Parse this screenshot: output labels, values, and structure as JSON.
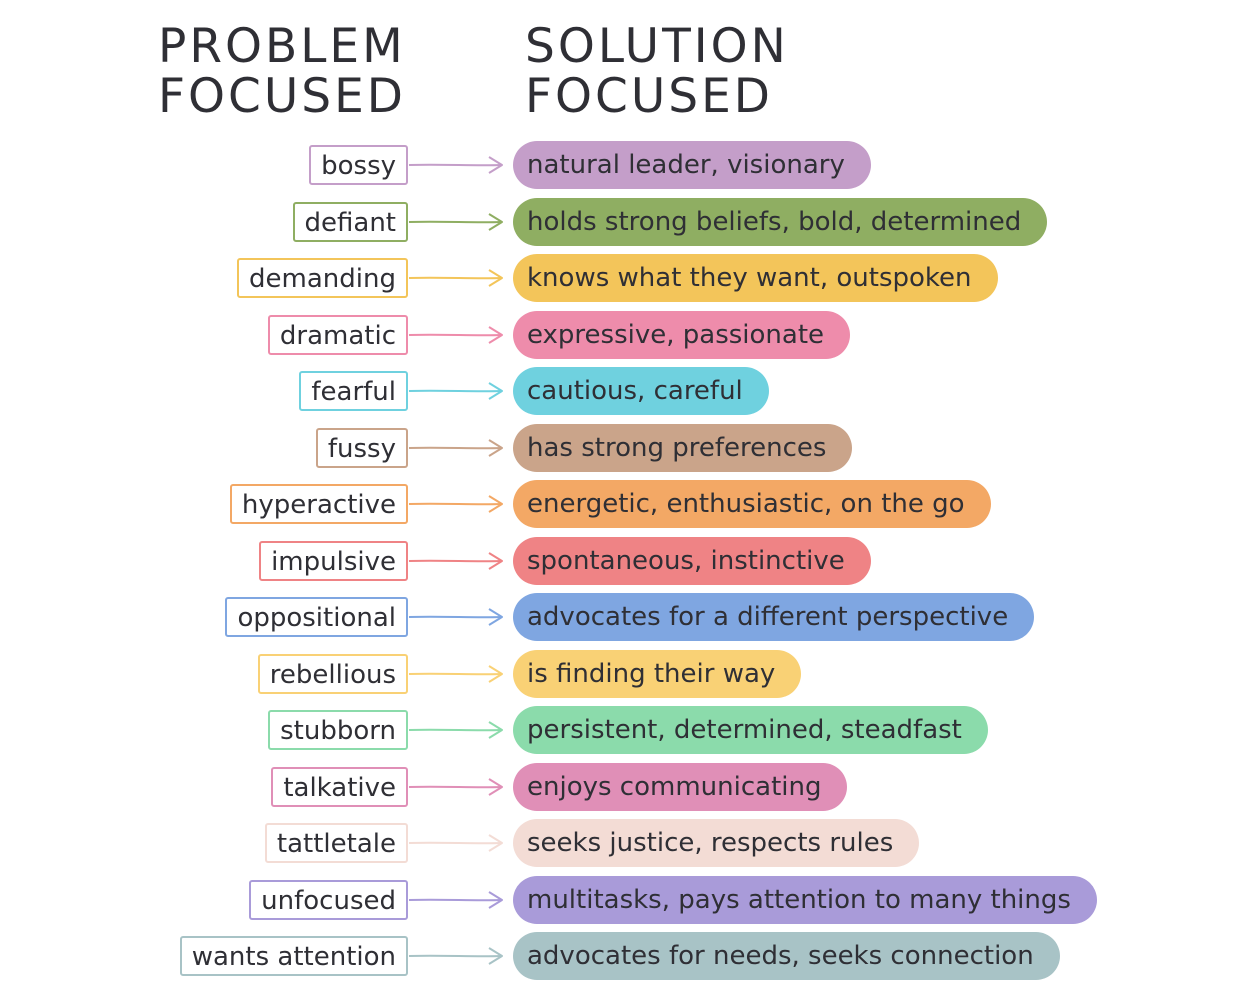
{
  "headings": {
    "problem": [
      "PROBLEM",
      "FOCUSED"
    ],
    "solution": [
      "SOLUTION",
      "FOCUSED"
    ]
  },
  "rows": [
    {
      "problem": "bossy",
      "solution": "natural leader, visionary",
      "color": "#c49ec9"
    },
    {
      "problem": "defiant",
      "solution": "holds strong beliefs, bold, determined",
      "color": "#8fae62"
    },
    {
      "problem": "demanding",
      "solution": "knows what they want, outspoken",
      "color": "#f3c55a"
    },
    {
      "problem": "dramatic",
      "solution": "expressive, passionate",
      "color": "#ee8cab"
    },
    {
      "problem": "fearful",
      "solution": "cautious, careful",
      "color": "#6fd1df"
    },
    {
      "problem": "fussy",
      "solution": "has strong preferences",
      "color": "#caa48a"
    },
    {
      "problem": "hyperactive",
      "solution": "energetic, enthusiastic, on the go",
      "color": "#f3a865"
    },
    {
      "problem": "impulsive",
      "solution": "spontaneous, instinctive",
      "color": "#ef8385"
    },
    {
      "problem": "oppositional",
      "solution": "advocates for a different perspective",
      "color": "#7fa6e1"
    },
    {
      "problem": "rebellious",
      "solution": "is finding their way",
      "color": "#f9d175"
    },
    {
      "problem": "stubborn",
      "solution": "persistent, determined, steadfast",
      "color": "#8bdbab"
    },
    {
      "problem": "talkative",
      "solution": "enjoys communicating",
      "color": "#e08fb7"
    },
    {
      "problem": "tattletale",
      "solution": "seeks justice, respects rules",
      "color": "#f3dcd5"
    },
    {
      "problem": "unfocused",
      "solution": "multitasks, pays attention to many things",
      "color": "#a99bd9"
    },
    {
      "problem": "wants attention",
      "solution": "advocates for needs, seeks connection",
      "color": "#a8c3c6"
    }
  ]
}
